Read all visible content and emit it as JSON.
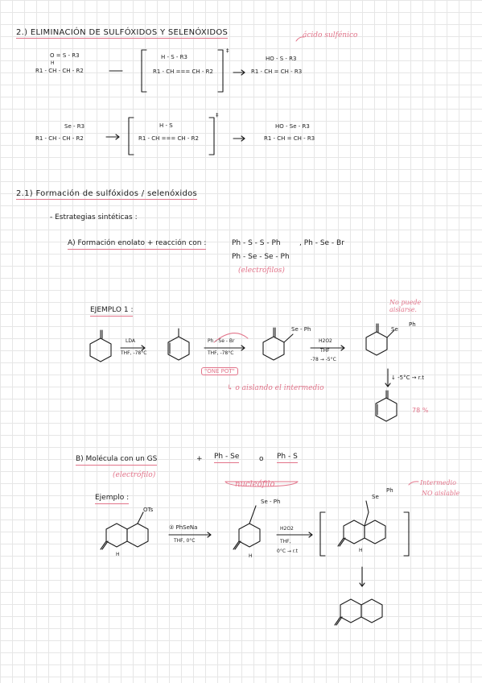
{
  "section_2": {
    "title": "2.) ELIMINACIÓN DE SULFÓXIDOS Y SELENÓXIDOS",
    "acid_note": "ácido sulfénico",
    "r1": {
      "reactant_top": "O = S - R3",
      "reactant_h": "H",
      "reactant_main": "R1 - CH - CH - R2",
      "arrow": "→",
      "ts_top": "H - S - R3",
      "ts_main": "R1 - CH === CH - R2",
      "ts_mark": "‡",
      "product_top": "HO - S - R3",
      "product_main": "R1 - CH = CH - R3"
    },
    "r2": {
      "reactant_top": "Se - R3",
      "reactant_main": "R1 - CH - CH - R2",
      "ts_top": "H - S",
      "ts_main": "R1 - CH === CH - R2",
      "ts_mark": "‡",
      "product_top": "HO - Se - R3",
      "product_main": "R1 - CH = CH - R3"
    }
  },
  "section_21": {
    "title": "2.1) Formación de sulfóxidos / selenóxidos",
    "strategies": "- Estrategias sintéticas :",
    "a": {
      "label": "A) Formación enolato + reacción con :",
      "reagent1": "Ph - S - S - Ph",
      "reagent2": ", Ph - Se - Br",
      "reagent3": "Ph - Se - Se - Ph",
      "note": "(electrófilos)"
    },
    "example1": {
      "label": "EJEMPLO 1 :",
      "step1_top": "LDA",
      "step1_bottom": "THF, -78°C",
      "step2_top": "Ph - Se - Br",
      "step2_bottom": "THF, -78°C",
      "one_pot": "\"ONE POT\"",
      "step3_top": "H2O2",
      "step3_mid": "THF",
      "step3_bottom": "-78 → -5°C",
      "se_ph_1": "Se - Ph",
      "se_ph_2": "Se",
      "ph": "Ph",
      "not_isolable": "No puede aislarse.",
      "isolating": "↳ o aislando el intermedio",
      "temp_arrow": "↓ -5°C → r.t",
      "yield": "78 %"
    },
    "b": {
      "label": "B) Molécula con un GS",
      "plus": "+",
      "nucleo1": "Ph - Se",
      "or": "o",
      "nucleo2": "Ph - S",
      "electrophile_note": "(electrófilo)",
      "nucleophile_note": "nucleófilo"
    },
    "example2": {
      "label": "Ejemplo :",
      "ots": "OTs",
      "step1_top": "② PhSeNa",
      "step1_bottom": "THF, 0°C",
      "se_ph": "Se - Ph",
      "step2_top": "H2O2",
      "step2_mid": "THF,",
      "step2_bottom": "0°C → r.t",
      "se_ox": "Se",
      "ph": "Ph",
      "intermediate": "Intermedio",
      "not_isolable": "NO aislable",
      "h_label": "H"
    }
  }
}
